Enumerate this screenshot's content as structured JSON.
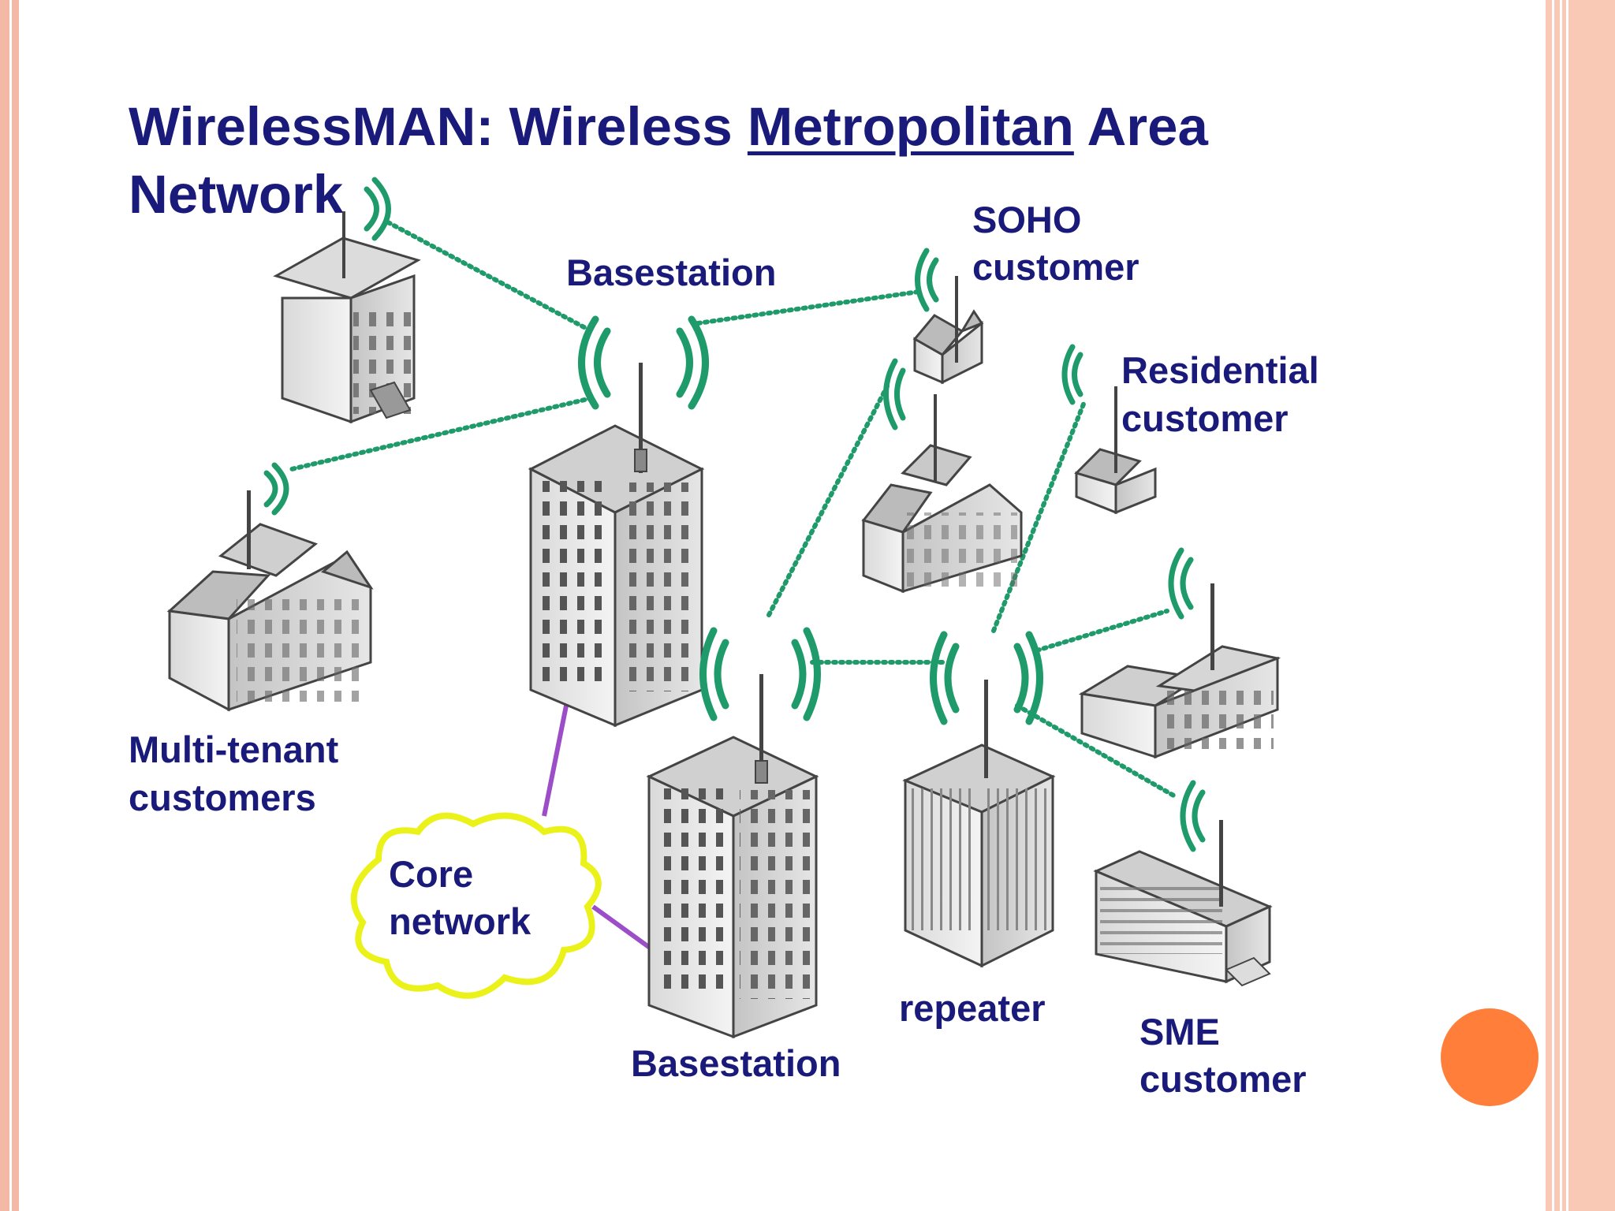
{
  "slide": {
    "title_part1": "WirelessMAN: Wireless ",
    "title_underlined": "Metropolitan",
    "title_part2": " Area Network"
  },
  "labels": {
    "basestation_top": "Basestation",
    "soho_line1": "SOHO",
    "soho_line2": "customer",
    "residential_line1": "Residential",
    "residential_line2": "customer",
    "multitenant_line1": "Multi-tenant",
    "multitenant_line2": "customers",
    "core_line1": "Core",
    "core_line2": "network",
    "basestation_bottom": "Basestation",
    "repeater": "repeater",
    "sme_line1": "SME",
    "sme_line2": "customer"
  },
  "colors": {
    "text": "#1a1a7a",
    "wireless_link": "#1f9a6a",
    "wired_link": "#9b4ec8",
    "core_cloud": "#eaf21a",
    "frame": "#f4b9a6",
    "accent": "#ff7f3a"
  },
  "icons": [
    "antenna-icon",
    "wireless-signal-icon",
    "office-building-icon",
    "house-icon",
    "skyscraper-icon",
    "cloud-icon"
  ]
}
